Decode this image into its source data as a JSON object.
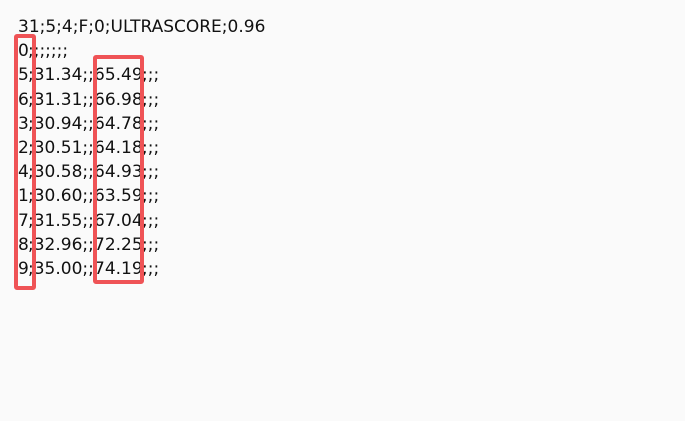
{
  "header_line": "31;5;4;F;0;ULTRASCORE;0.96",
  "rows": [
    {
      "c1": "0",
      "mid": ";;;;;;;",
      "c3": "",
      "tail": ""
    },
    {
      "c1": "5",
      "mid": ";31.34;;",
      "c3": "65.49",
      "tail": ";;;"
    },
    {
      "c1": "6",
      "mid": ";31.31;;",
      "c3": "66.98",
      "tail": ";;;"
    },
    {
      "c1": "3",
      "mid": ";30.94;;",
      "c3": "64.78",
      "tail": ";;;"
    },
    {
      "c1": "2",
      "mid": ";30.51;;",
      "c3": "64.18",
      "tail": ";;;"
    },
    {
      "c1": "4",
      "mid": ";30.58;;",
      "c3": "64.93",
      "tail": ";;;"
    },
    {
      "c1": "1",
      "mid": ";30.60;;",
      "c3": "63.59",
      "tail": ";;;"
    },
    {
      "c1": "7",
      "mid": ";31.55;;",
      "c3": "67.04",
      "tail": ";;;"
    },
    {
      "c1": "8",
      "mid": ";32.96;;",
      "c3": "72.25",
      "tail": ";;;"
    },
    {
      "c1": "9",
      "mid": ";35.00;;",
      "c3": "74.19",
      "tail": ";;;"
    }
  ],
  "colors": {
    "background": "#fafafa",
    "text": "#111111",
    "highlight": "#ef5356"
  }
}
